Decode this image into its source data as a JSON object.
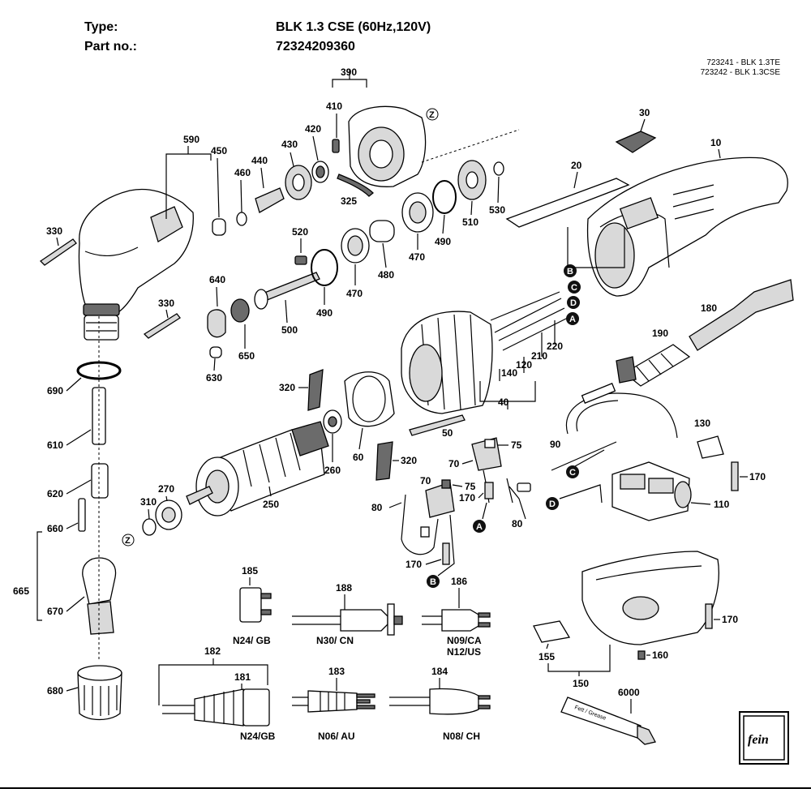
{
  "header": {
    "type_label": "Type:",
    "type_value": "BLK 1.3 CSE (60Hz,120V)",
    "part_label": "Part no.:",
    "part_value": "72324209360"
  },
  "models": [
    "723241 - BLK 1.3TE",
    "723242 - BLK 1.3CSE"
  ],
  "parts": {
    "p10": "10",
    "p20": "20",
    "p30": "30",
    "p40": "40",
    "p50": "50",
    "p60": "60",
    "p70a": "70",
    "p70b": "70",
    "p75a": "75",
    "p75b": "75",
    "p80a": "80",
    "p80b": "80",
    "p90": "90",
    "p110": "110",
    "p120": "120",
    "p130": "130",
    "p140": "140",
    "p150": "150",
    "p155": "155",
    "p160": "160",
    "p170a": "170",
    "p170b": "170",
    "p170c": "170",
    "p170d": "170",
    "p180": "180",
    "p190": "190",
    "p210": "210",
    "p220": "220",
    "p250": "250",
    "p260": "260",
    "p270": "270",
    "p310": "310",
    "p320a": "320",
    "p320b": "320",
    "p325": "325",
    "p330a": "330",
    "p330b": "330",
    "p390": "390",
    "p410": "410",
    "p420": "420",
    "p430": "430",
    "p440": "440",
    "p450": "450",
    "p460": "460",
    "p470a": "470",
    "p470b": "470",
    "p480": "480",
    "p490a": "490",
    "p490b": "490",
    "p500": "500",
    "p510": "510",
    "p520": "520",
    "p530": "530",
    "p590": "590",
    "p610": "610",
    "p620": "620",
    "p630": "630",
    "p640": "640",
    "p650": "650",
    "p660": "660",
    "p665": "665",
    "p670": "670",
    "p680": "680",
    "p690": "690",
    "p181": "181",
    "p182": "182",
    "p183": "183",
    "p184": "184",
    "p185": "185",
    "p186": "186",
    "p188": "188",
    "p6000": "6000"
  },
  "plugs": {
    "n24gb_a": "N24/ GB",
    "n30cn": "N30/ CN",
    "n09ca": "N09/CA",
    "n12us": "N12/US",
    "n24gb_b": "N24/GB",
    "n06au": "N06/ AU",
    "n08ch": "N08/ CH"
  },
  "markers": {
    "a": "A",
    "b": "B",
    "c": "C",
    "d": "D",
    "z": "Z"
  },
  "tube_text": "Fett / Grease",
  "logo_text": "fein"
}
